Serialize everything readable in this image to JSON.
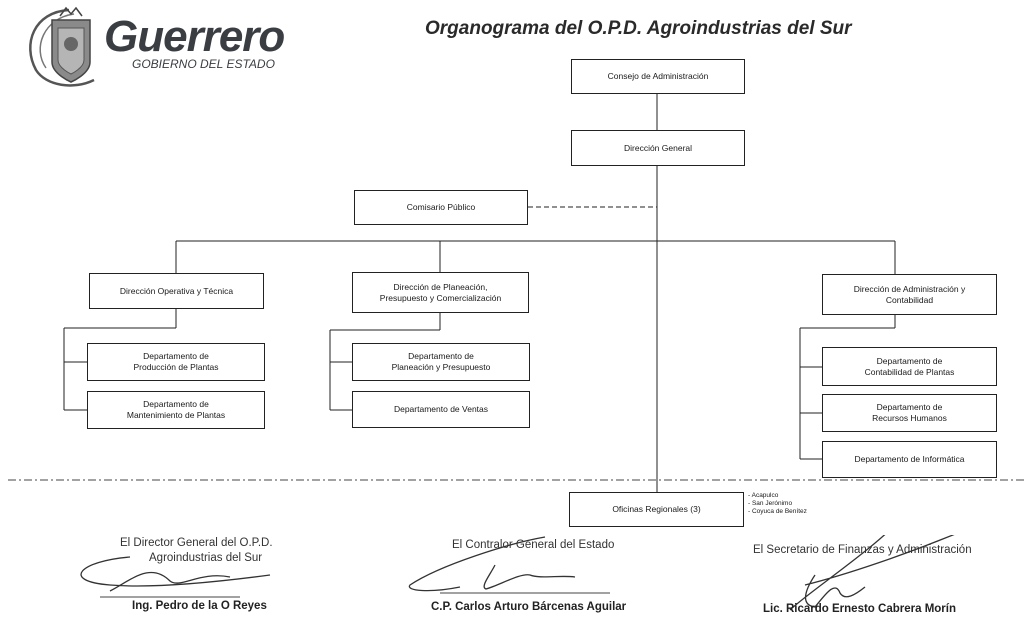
{
  "header": {
    "brand_name": "Guerrero",
    "brand_subtitle": "GOBIERNO DEL ESTADO",
    "title": "Organograma del O.P.D. Agroindustrias del Sur"
  },
  "org": {
    "consejo": "Consejo de Administración",
    "direccion_general": "Dirección General",
    "comisario": "Comisario Público",
    "dir_operativa": "Dirección Operativa y Técnica",
    "dir_planeacion": "Dirección de Planeación, Presupuesto y Comercialización",
    "dir_administracion": "Dirección de Administración y Contabilidad",
    "depto_produccion": "Departamento de Producción de Plantas",
    "depto_mantenimiento": "Departamento de Mantenimiento de Plantas",
    "depto_planeacion": "Departamento de Planeación y Presupuesto",
    "depto_ventas": "Departamento de Ventas",
    "depto_contabilidad": "Departamento de Contabilidad de Plantas",
    "depto_rh": "Departamento de Recursos Humanos",
    "depto_informatica": "Departamento de Informática",
    "oficinas": "Oficinas Regionales (3)",
    "oficinas_locations": [
      "- Acapulco",
      "- San Jerónimo",
      "- Coyuca de Benítez"
    ]
  },
  "signatures": {
    "director": {
      "caption_1": "El Director General del O.P.D.",
      "caption_2": "Agroindustrias del Sur",
      "name": "Ing. Pedro de la O Reyes"
    },
    "contralor": {
      "caption": "El Contralor General del Estado",
      "name": "C.P. Carlos Arturo Bárcenas Aguilar"
    },
    "secretario": {
      "caption": "El Secretario de Finanzas y Administración",
      "name": "Lic. Ricardo Ernesto Cabrera Morín"
    }
  }
}
